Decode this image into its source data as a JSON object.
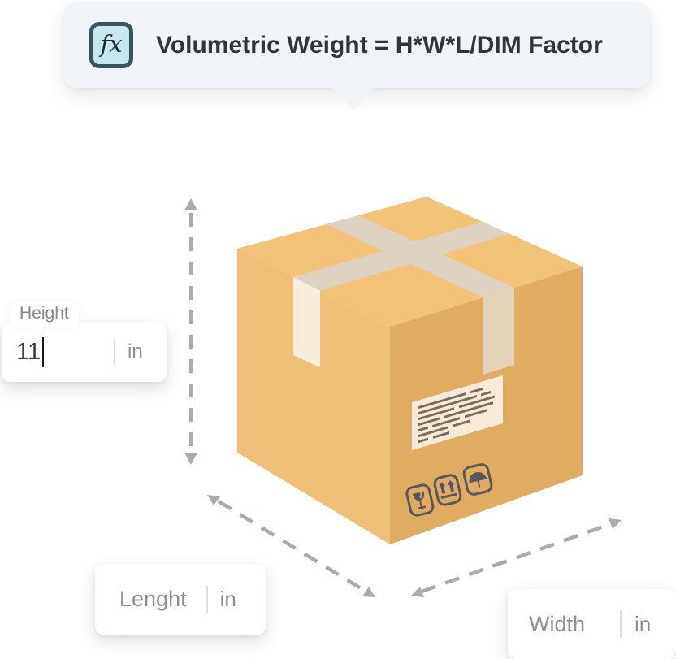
{
  "tooltip": {
    "icon_label": "fx",
    "formula": "Volumetric Weight = H*W*L/DIM Factor"
  },
  "dimension_inputs": {
    "height": {
      "label": "Height",
      "value": "11",
      "unit": "in"
    },
    "length": {
      "label": "Lenght",
      "value": "",
      "unit": "in"
    },
    "width": {
      "label": "Width",
      "value": "",
      "unit": "in"
    }
  },
  "illustration": {
    "handling_icons": [
      "fragile-glass",
      "this-side-up-arrows",
      "keep-dry-umbrella"
    ],
    "dimension_arrows": [
      "height",
      "length",
      "width"
    ]
  },
  "colors": {
    "box_top": "#f3c377",
    "box_left": "#f0c078",
    "box_right": "#e1ac62",
    "tape_top": "#ded2c2",
    "tape_light": "#f7eedd",
    "tape_shaded": "#e2d3b9",
    "label_bg": "#f6ebd9",
    "label_lines": "#7b6b58",
    "handling_icon": "#55595d",
    "arrow_gray": "#a8acaf",
    "tooltip_bg": "#f1f5f8",
    "tooltip_text": "#30373c",
    "fx_bg": "#c6e7ee",
    "fx_border": "#3a535f",
    "muted_text": "#8b9096",
    "value_text": "#3a3f45"
  }
}
